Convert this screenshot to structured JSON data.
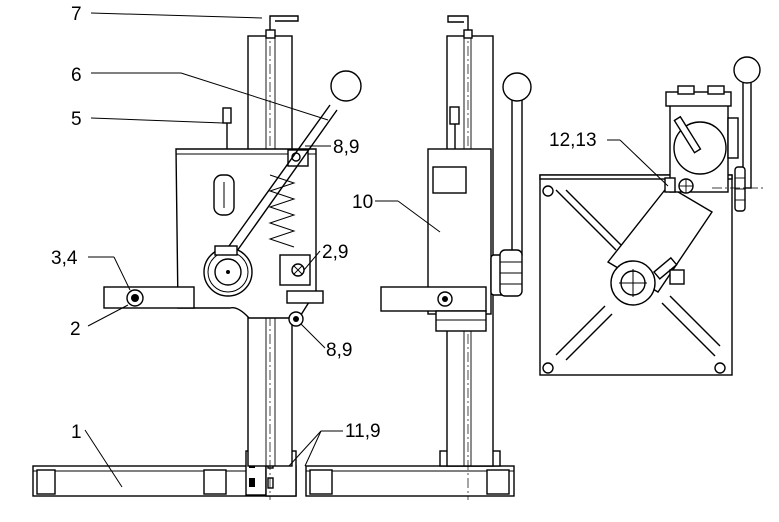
{
  "title": "",
  "callouts": {
    "c1": "1",
    "c2": "2",
    "c3_4": "3,4",
    "c5": "5",
    "c6": "6",
    "c7": "7",
    "c8_9_top": "8,9",
    "c8_9_bottom": "8,9",
    "c2_9": "2,9",
    "c10": "10",
    "c11_9": "11,9",
    "c12_13": "12,13"
  },
  "views": [
    "front-view",
    "side-view",
    "top-view"
  ],
  "colors": {
    "line": "#000000",
    "background": "#ffffff"
  }
}
